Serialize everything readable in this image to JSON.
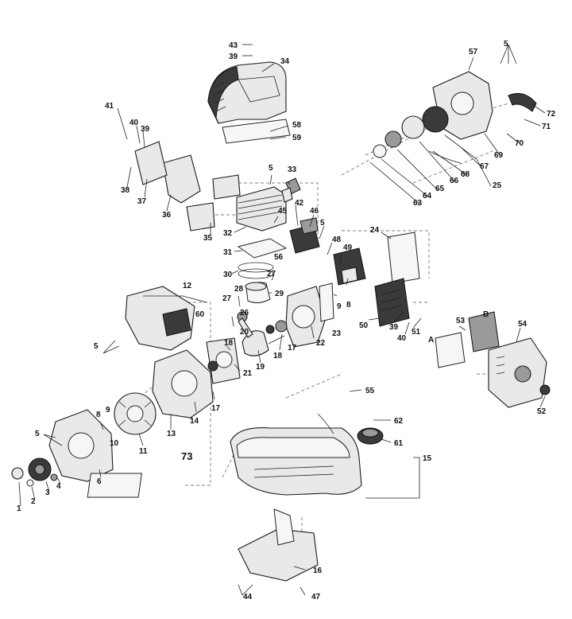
{
  "diagram": {
    "labels": {
      "l1": "1",
      "l2": "2",
      "l3": "3",
      "l4": "4",
      "l5a": "5",
      "l5b": "5",
      "l5c": "5",
      "l5d": "5",
      "l5e": "5",
      "l6": "6",
      "l8": "8",
      "l9a": "9",
      "l9b": "9",
      "l10": "10",
      "l11": "11",
      "l12": "12",
      "l13": "13",
      "l14": "14",
      "l15": "15",
      "l16": "16",
      "l17a": "17",
      "l17b": "17",
      "l18a": "18",
      "l18b": "18",
      "l19": "19",
      "l20": "20",
      "l21": "21",
      "l22": "22",
      "l23": "23",
      "l24": "24",
      "l25": "25",
      "l26": "26",
      "l27a": "27",
      "l27b": "27",
      "l28": "28",
      "l29": "29",
      "l30": "30",
      "l31": "31",
      "l32": "32",
      "l33": "33",
      "l34": "34",
      "l35": "35",
      "l36": "36",
      "l37": "37",
      "l38": "38",
      "l39a": "39",
      "l39b": "39",
      "l40a": "40",
      "l40b": "40",
      "l41": "41",
      "l42": "42",
      "l43": "43",
      "l44": "44",
      "l45": "45",
      "l46": "46",
      "l47": "47",
      "l48": "48",
      "l49": "49",
      "l50": "50",
      "l51": "51",
      "l52": "52",
      "l53": "53",
      "l54": "54",
      "l55": "55",
      "l56": "56",
      "l57": "57",
      "l58": "58",
      "l59": "59",
      "l60": "60",
      "l61": "61",
      "l62": "62",
      "l63": "63",
      "l64": "64",
      "l65": "65",
      "l66": "66",
      "l67": "67",
      "l68": "68",
      "l69": "69",
      "l70": "70",
      "l71": "71",
      "l72": "72",
      "l73": "73",
      "lA": "A",
      "lB": "B"
    }
  }
}
